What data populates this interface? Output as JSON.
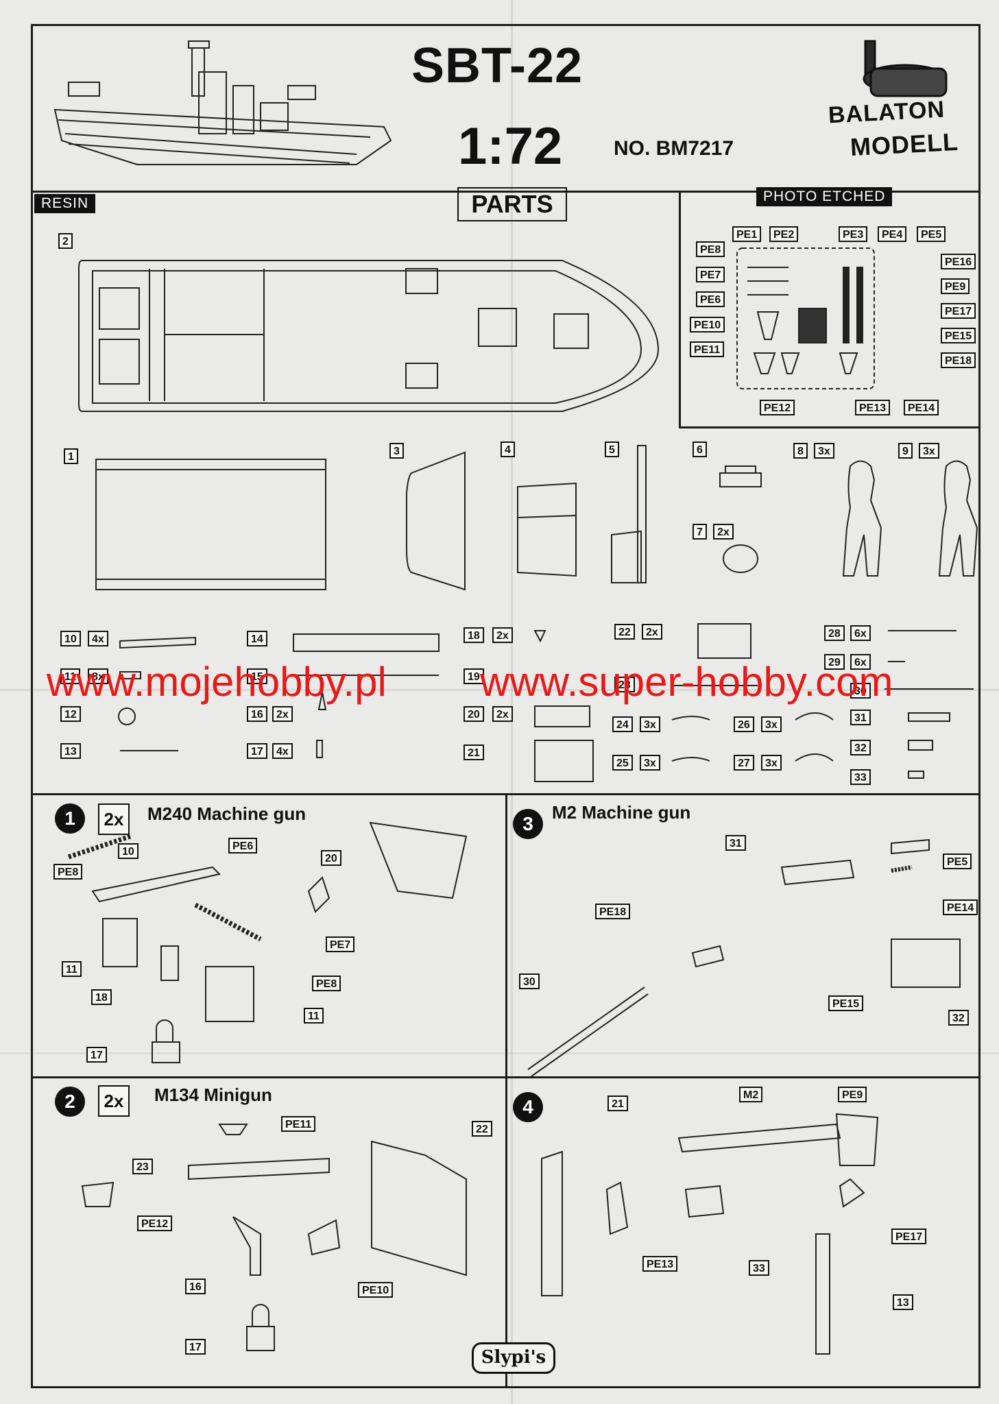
{
  "header": {
    "title": "SBT-22",
    "scale": "1:72",
    "catalog_no": "NO. BM7217",
    "brand_line1": "BALATON",
    "brand_line2": "MODELL"
  },
  "sections": {
    "resin": "RESIN",
    "parts": "PARTS",
    "photo_etched": "PHOTO ETCHED"
  },
  "photo_etched_labels": [
    "PE1",
    "PE2",
    "PE3",
    "PE4",
    "PE5",
    "PE8",
    "PE7",
    "PE6",
    "PE10",
    "PE11",
    "PE16",
    "PE9",
    "PE17",
    "PE15",
    "PE18",
    "PE12",
    "PE13",
    "PE14"
  ],
  "resin_parts": {
    "p2": "2",
    "p1": "1",
    "p3": "3",
    "p4": "4",
    "p5": "5",
    "p6": "6",
    "p7": "7",
    "p7q": "2x",
    "p8": "8",
    "p8q": "3x",
    "p9": "9",
    "p9q": "3x",
    "p10": "10",
    "p10q": "4x",
    "p11": "11",
    "p11q": "8x",
    "p12": "12",
    "p13": "13",
    "p14": "14",
    "p15": "15",
    "p16": "16",
    "p16q": "2x",
    "p17": "17",
    "p17q": "4x",
    "p18": "18",
    "p18q": "2x",
    "p19": "19",
    "p20": "20",
    "p20q": "2x",
    "p21": "21",
    "p22": "22",
    "p22q": "2x",
    "p23": "23",
    "p24": "24",
    "p24q": "3x",
    "p25": "25",
    "p25q": "3x",
    "p26": "26",
    "p26q": "3x",
    "p27": "27",
    "p27q": "3x",
    "p28": "28",
    "p28q": "6x",
    "p29": "29",
    "p29q": "6x",
    "p30": "30",
    "p31": "31",
    "p32": "32",
    "p33": "33"
  },
  "watermark": {
    "left": "www.mojehobby.pl",
    "right": "www.super-hobby.com"
  },
  "steps": [
    {
      "num": "1",
      "qty": "2x",
      "title": "M240 Machine gun",
      "labels": [
        "PE6",
        "10",
        "PE8",
        "20",
        "PE7",
        "11",
        "18",
        "PE8",
        "11",
        "17"
      ]
    },
    {
      "num": "3",
      "title": "M2 Machine gun",
      "labels": [
        "31",
        "PE5",
        "PE14",
        "PE18",
        "30",
        "PE15",
        "32"
      ]
    },
    {
      "num": "2",
      "qty": "2x",
      "title": "M134 Minigun",
      "labels": [
        "PE11",
        "22",
        "23",
        "PE12",
        "16",
        "PE10",
        "17"
      ]
    },
    {
      "num": "4",
      "title": "",
      "labels": [
        "21",
        "M2",
        "PE9",
        "PE17",
        "PE13",
        "33",
        "13"
      ]
    }
  ],
  "footer_logo": "Slypi's"
}
